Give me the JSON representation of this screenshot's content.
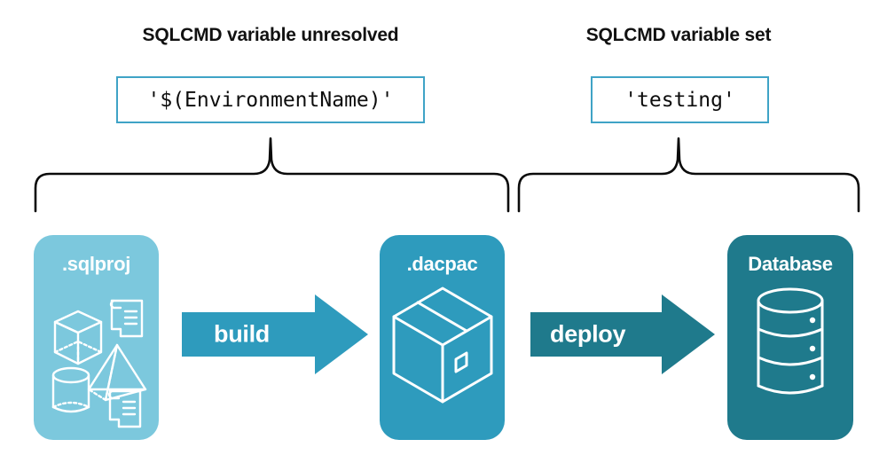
{
  "diagram": {
    "title_left": "SQLCMD variable unresolved",
    "title_right": "SQLCMD variable set",
    "code_left": "'$(EnvironmentName)'",
    "code_right": "'testing'",
    "stages": [
      {
        "label": ".sqlproj",
        "icon": "project-assets-icon",
        "fill": "#7CC8DD"
      },
      {
        "label": ".dacpac",
        "icon": "package-box-icon",
        "fill": "#2E9BBD"
      },
      {
        "label": "Database",
        "icon": "database-cylinder-icon",
        "fill": "#1F7A8C"
      }
    ],
    "arrows": [
      {
        "label": "build",
        "fill": "#2E9BBD"
      },
      {
        "label": "deploy",
        "fill": "#1F7A8C"
      }
    ],
    "colors": {
      "light_blue": "#7CC8DD",
      "mid_blue": "#2E9BBD",
      "dark_teal": "#1F7A8C",
      "box_border": "#3FA3C6",
      "text_dark": "#111111",
      "text_light": "#FFFFFF",
      "brace_stroke": "#000000",
      "background": "#FFFFFF"
    }
  }
}
